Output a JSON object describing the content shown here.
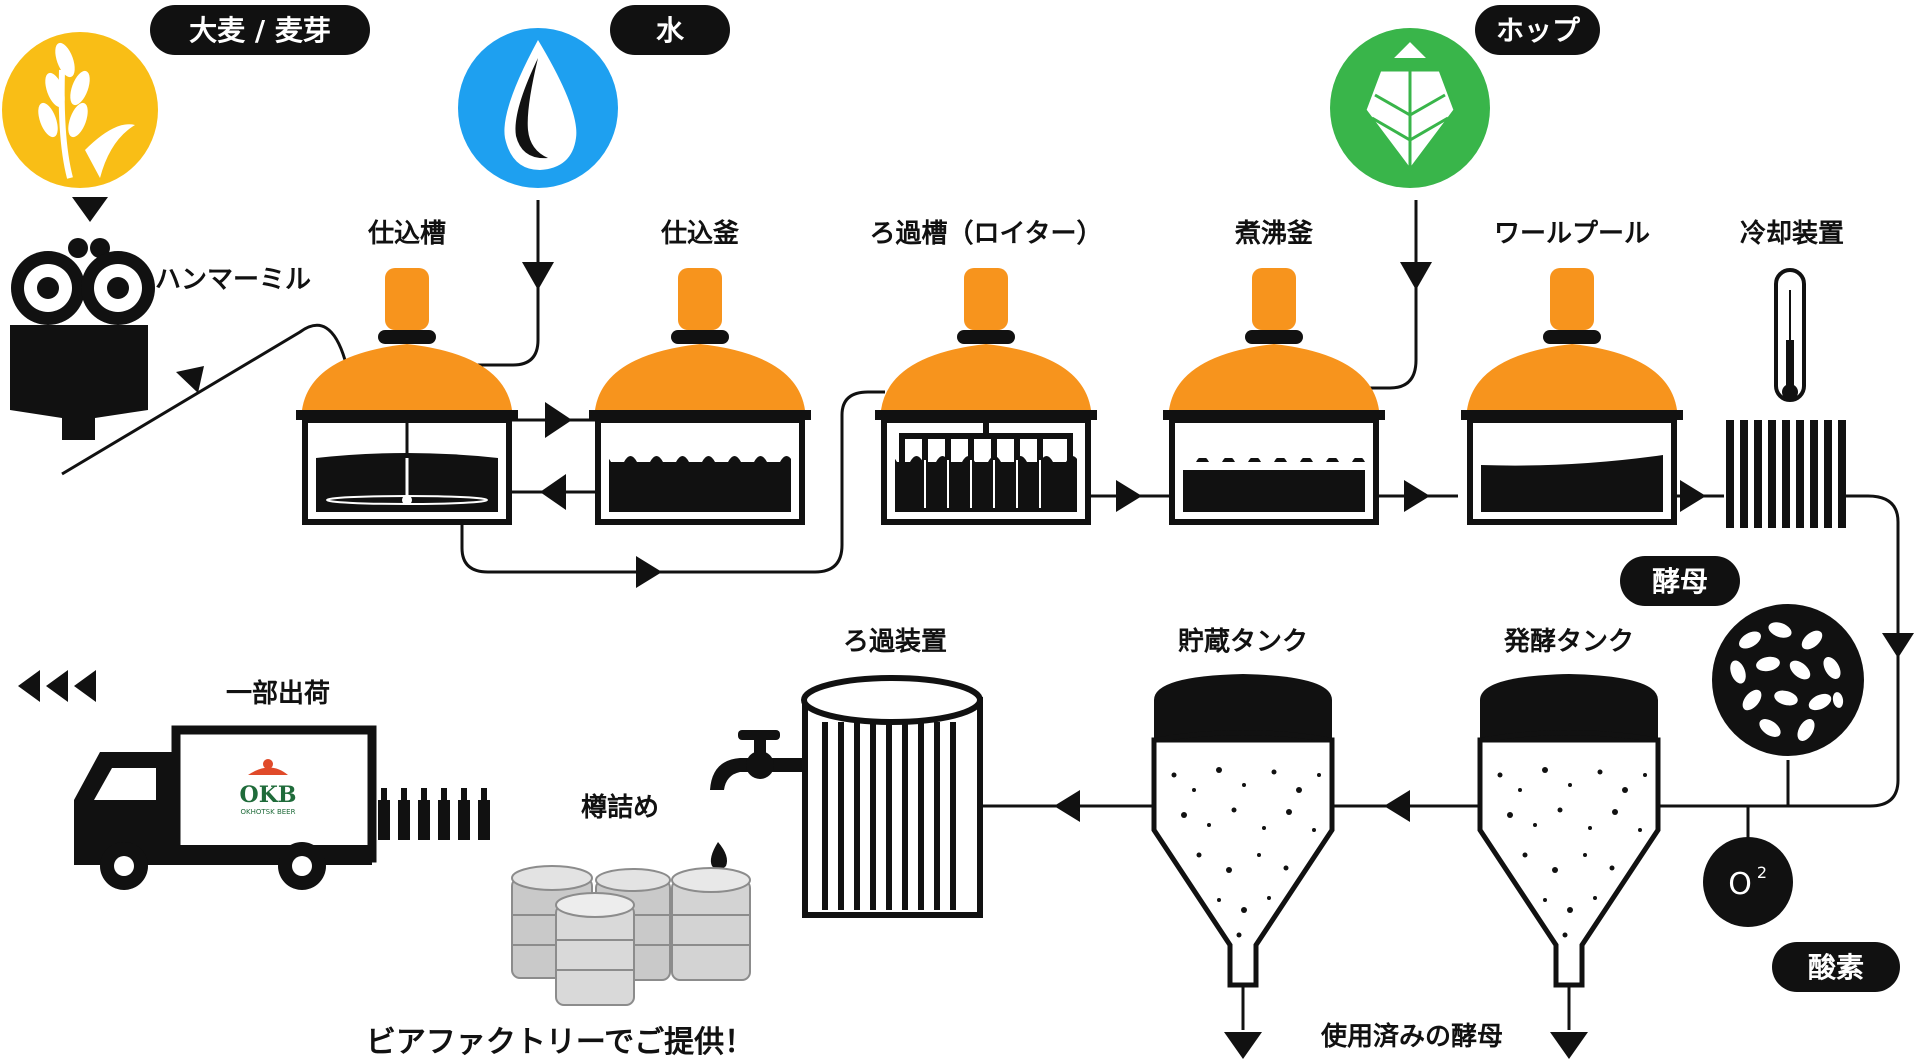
{
  "colors": {
    "kettle_orange": "#F7941D",
    "malt_yellow": "#F9BE16",
    "water_blue": "#1EA0F0",
    "hops_green": "#39B54A",
    "ink": "#111111",
    "logo_green": "#1F6B3A",
    "logo_red": "#E04A2A",
    "keg_grey": "#BDBDBD"
  },
  "ingredients": {
    "malt": {
      "label": "大麦 / 麦芽",
      "icon": "wheat-icon"
    },
    "water": {
      "label": "水",
      "icon": "water-drop-icon"
    },
    "hops": {
      "label": "ホップ",
      "icon": "hop-cone-icon"
    },
    "yeast": {
      "label": "酵母",
      "icon": "yeast-icon"
    },
    "oxygen": {
      "label": "酸素",
      "symbol": "O",
      "superscript": "2"
    }
  },
  "equipment": {
    "mill": "ハンマーミル",
    "mash_tun": "仕込槽",
    "mash_kettle": "仕込釜",
    "lauter_tun": "ろ過槽（ロイター）",
    "boil_kettle": "煮沸釜",
    "whirlpool": "ワールプール",
    "cooler": "冷却装置",
    "fermentation_tank": "発酵タンク",
    "storage_tank": "貯蔵タンク",
    "filter": "ろ過装置"
  },
  "outputs": {
    "used_yeast": "使用済みの酵母",
    "kegging": "樽詰め",
    "shipping": "一部出荷",
    "factory": "ビアファクトリーでご提供！"
  },
  "truck_logo": {
    "text": "OKB",
    "subtext": "OKHOTSK BEER"
  }
}
